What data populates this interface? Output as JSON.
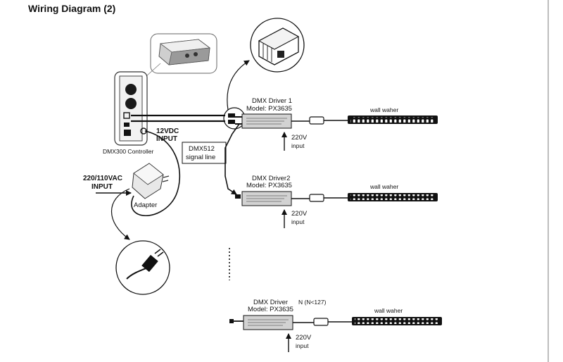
{
  "title": "Wiring Diagram (2)",
  "controller": {
    "label": "DMX300 Controller"
  },
  "power_in": {
    "dc_label": "12VDC",
    "dc_label2": "INPUT",
    "ac_label": "220/110VAC",
    "ac_label2": "INPUT"
  },
  "adapter": {
    "label": "Adapter"
  },
  "signal": {
    "line1": "DMX512",
    "line2": "signal line"
  },
  "drivers": [
    {
      "name": "DMX Driver 1",
      "suffix": "",
      "model": "Model: PX3635",
      "volt": "220V",
      "input": "input",
      "load": "wall waher"
    },
    {
      "name": "DMX Driver2",
      "suffix": "",
      "model": "Model: PX3635",
      "volt": "220V",
      "input": "input",
      "load": "wall waher"
    },
    {
      "name": "DMX Driver",
      "suffix": "N (N<127)",
      "model": "Model: PX3635",
      "volt": "220V",
      "input": "input",
      "load": "wall waher"
    }
  ],
  "colors": {
    "line": "#111111",
    "fill": "#e6e6e6",
    "driver_fill": "#d2d2d2"
  }
}
